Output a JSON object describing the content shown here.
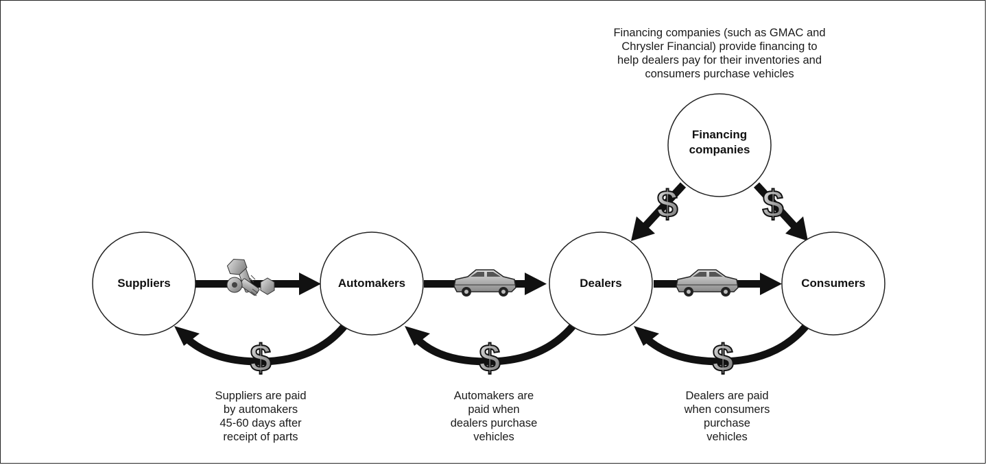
{
  "diagram": {
    "nodes": [
      {
        "id": "suppliers",
        "lines": [
          "Suppliers"
        ]
      },
      {
        "id": "automakers",
        "lines": [
          "Automakers"
        ]
      },
      {
        "id": "dealers",
        "lines": [
          "Dealers"
        ]
      },
      {
        "id": "consumers",
        "lines": [
          "Consumers"
        ]
      },
      {
        "id": "financing",
        "lines": [
          "Financing",
          "companies"
        ]
      }
    ],
    "notes": {
      "financing": [
        "Financing companies (such as GMAC and",
        "Chrysler Financial) provide financing to",
        "help dealers pay for their inventories and",
        "consumers purchase vehicles"
      ],
      "suppliers_paid": [
        "Suppliers are paid",
        "by automakers",
        "45-60 days after",
        "receipt of parts"
      ],
      "automakers_paid": [
        "Automakers are",
        "paid when",
        "dealers purchase",
        "vehicles"
      ],
      "dealers_paid": [
        "Dealers are paid",
        "when consumers",
        "purchase",
        "vehicles"
      ]
    },
    "symbols": {
      "dollar": "$"
    },
    "icons": [
      "bolts-icon",
      "car-icon",
      "dollar-icon"
    ]
  }
}
